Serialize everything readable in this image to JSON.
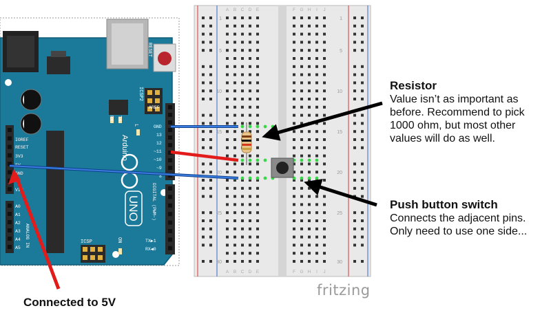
{
  "annotations": {
    "resistor_title": "Resistor",
    "resistor_body": "Value isn’t as important as before. Recommend to pick 1000 ohm, but most other values will do as well.",
    "button_title": "Push button switch",
    "button_body": "Connects the adjacent pins.  Only need to use one side...",
    "five_v_label": "Connected to 5V"
  },
  "logo": "fritzing",
  "board": {
    "reset_label": "RESET",
    "icsp2_label": "ICSP2",
    "icsp_label": "ICSP",
    "brand": "Arduino",
    "model": "UNO",
    "on_label": "ON",
    "aref": "AREF",
    "gnd": "GND",
    "pin13": "13",
    "pin12": "12",
    "pin11": "~11",
    "pin10": "~10",
    "pin9": "~9",
    "pin8": "8",
    "digital_label": "DIGITAL (PWM~)",
    "tx_pin": "TX▶1",
    "rx_pin": "RX◀0",
    "tx_led": "TX",
    "rx_led": "RX",
    "l_led": "L",
    "ioref": "IOREF",
    "reset_pin": "RESET",
    "v33": "3V3",
    "v5": "5V",
    "gnd_power": "GND",
    "vin": "VIN",
    "analog_pins": [
      "A0",
      "A1",
      "A2",
      "A3",
      "A4",
      "A5"
    ],
    "analog_label": "ANALOG IN"
  },
  "breadboard": {
    "row_numbers": [
      "1",
      "5",
      "10",
      "15",
      "20",
      "25",
      "30"
    ],
    "col_letters_left": [
      "A",
      "B",
      "C",
      "D",
      "E"
    ],
    "col_letters_right": [
      "F",
      "G",
      "H",
      "I",
      "J"
    ]
  },
  "colors": {
    "board": "#1b7a9a",
    "board_edge": "#0f5c78",
    "breadboard": "#e9e9e9",
    "wire_blue": "#2c6fd6",
    "wire_red": "#e21b1b",
    "arrow_black": "#000000",
    "arrow_red": "#e21b1b",
    "highlight_green": "#39d84a"
  }
}
